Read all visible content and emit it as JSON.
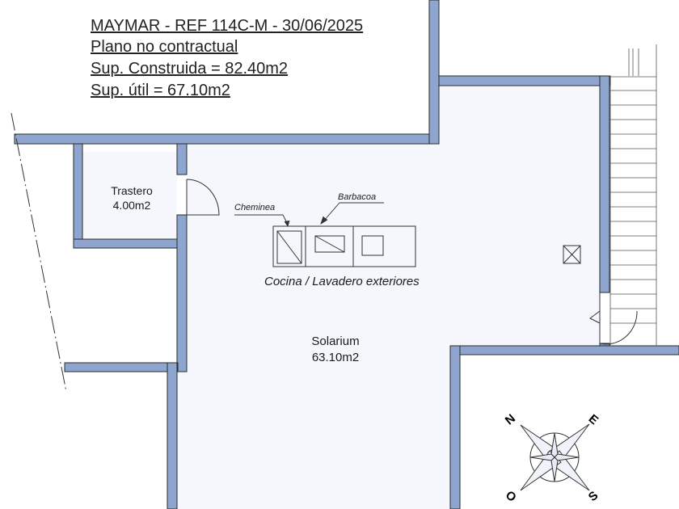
{
  "header": {
    "line1": "MAYMAR - REF 114C-M - 30/06/2025",
    "line2": "Plano no contractual",
    "line3": "Sup. Construida = 82.40m2",
    "line4": "Sup. útil = 67.10m2"
  },
  "rooms": {
    "trastero_name": "Trastero",
    "trastero_area": "4.00m2",
    "solarium_name": "Solarium",
    "solarium_area": "63.10m2"
  },
  "fixtures": {
    "chimenea": "Cheminea",
    "barbacoa": "Barbacoa",
    "kitchen": "Cocina / Lavadero exteriores"
  },
  "compass": {
    "n": "N",
    "e": "E",
    "s": "S",
    "o": "O"
  },
  "colors": {
    "wall": "#8ea6cf",
    "wall_edge": "#2a2a2a",
    "floor": "#f5f7fc",
    "line": "#333333"
  }
}
